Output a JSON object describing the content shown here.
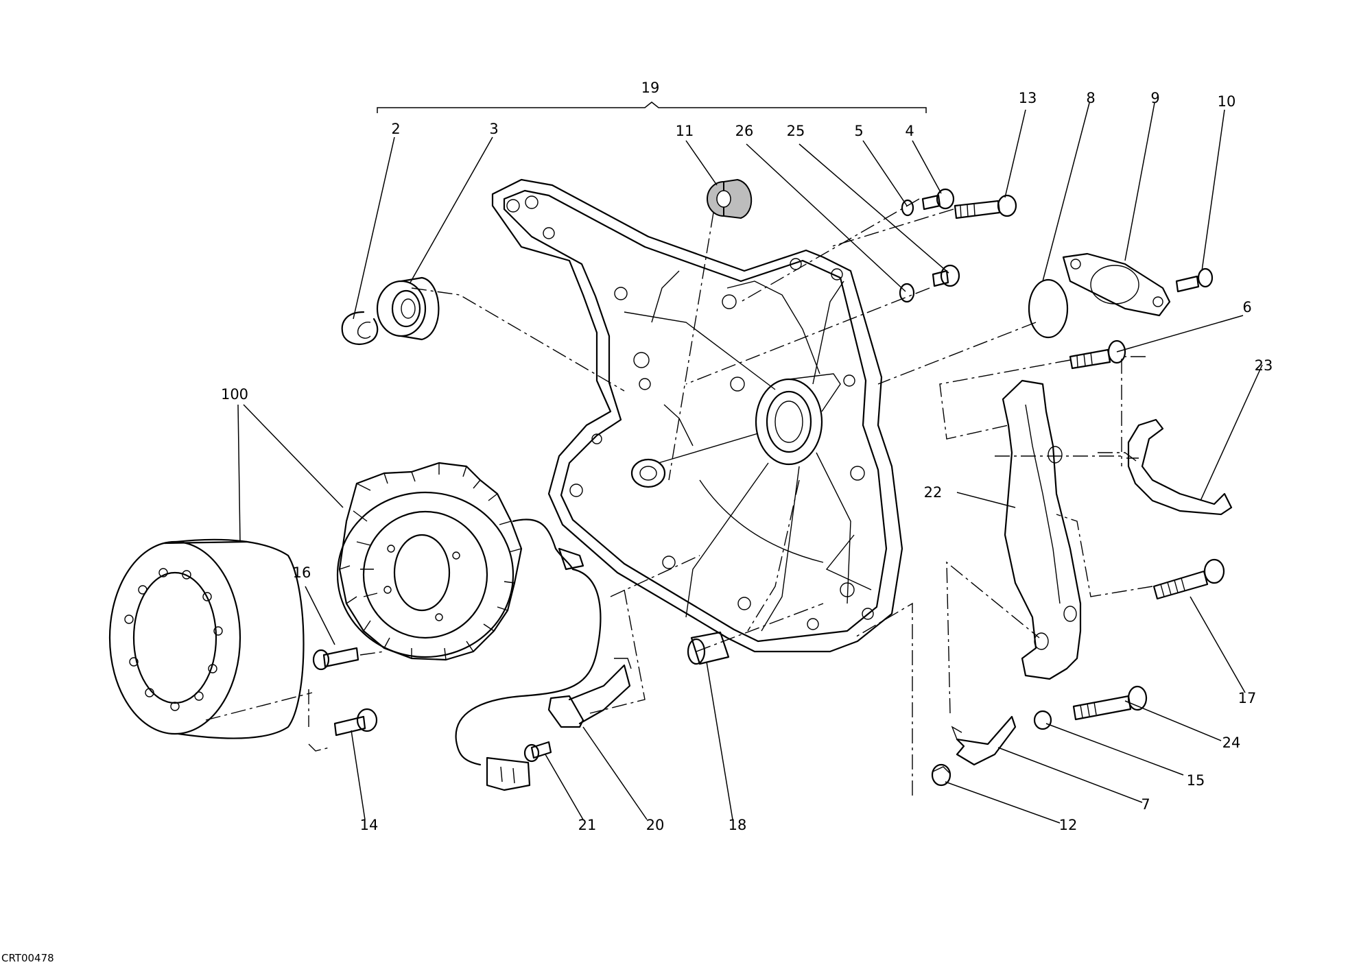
{
  "drawing_code": "CRT00478",
  "callouts": {
    "c19": "19",
    "c2": "2",
    "c3": "3",
    "c11": "11",
    "c26": "26",
    "c25": "25",
    "c5": "5",
    "c4": "4",
    "c13": "13",
    "c8": "8",
    "c9": "9",
    "c10": "10",
    "c6": "6",
    "c23": "23",
    "c22": "22",
    "c100": "100",
    "c16": "16",
    "c17": "17",
    "c24": "24",
    "c15": "15",
    "c7": "7",
    "c12": "12",
    "c18": "18",
    "c20": "20",
    "c21": "21",
    "c14": "14"
  }
}
